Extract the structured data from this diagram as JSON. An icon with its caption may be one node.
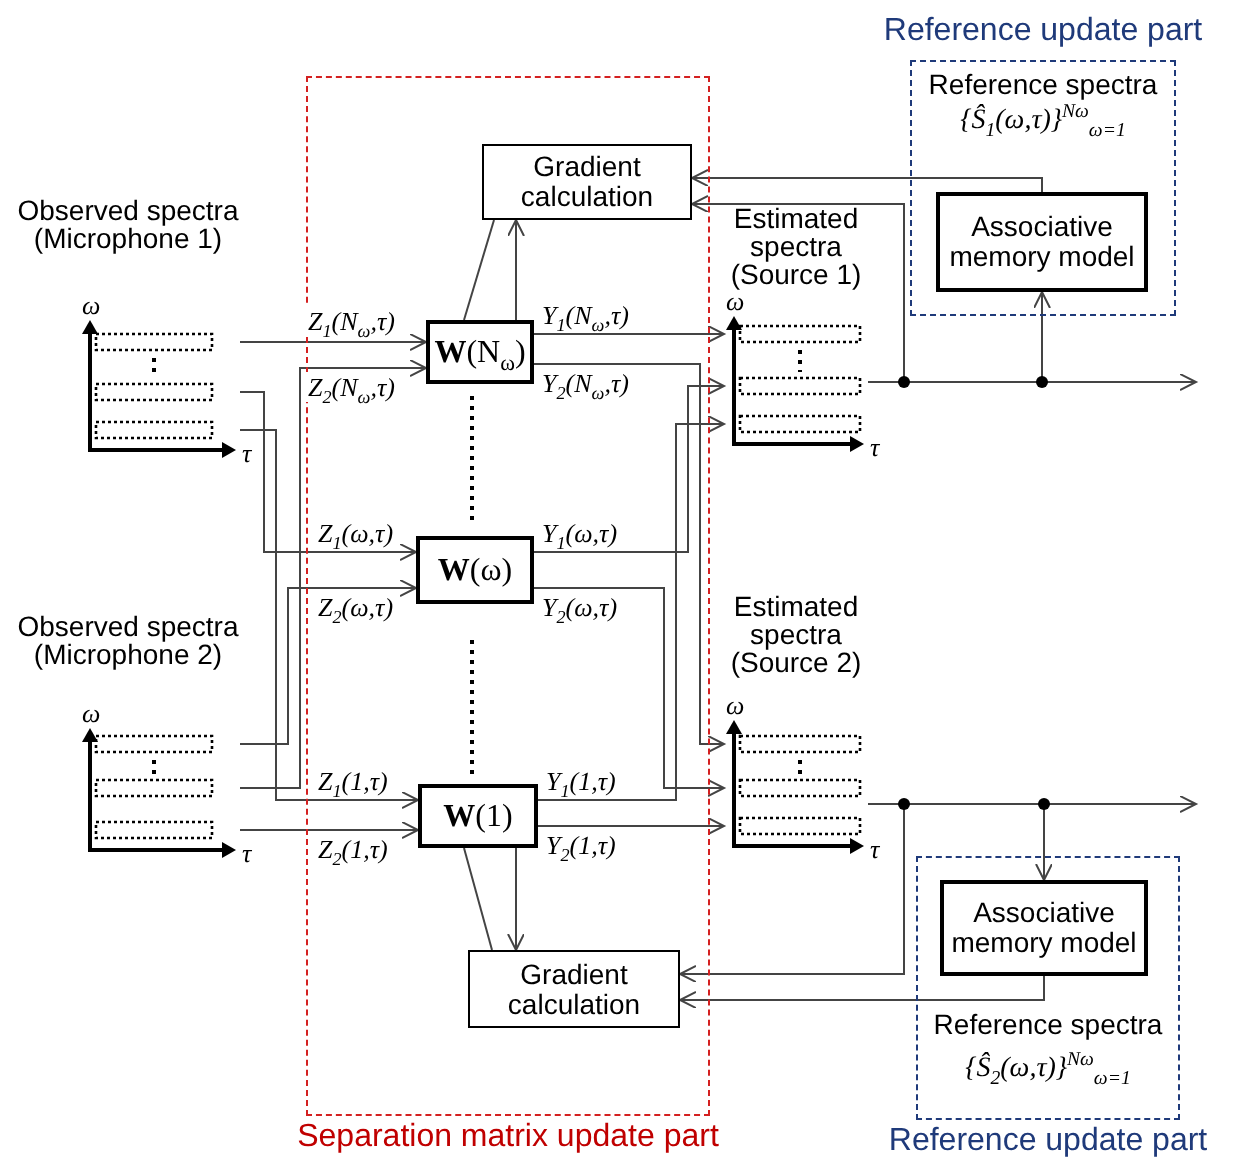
{
  "diagram": {
    "nodes": [
      {
        "text": [
          "Separation matrix update part"
        ]
      },
      {
        "text": [
          "Reference update part",
          "Reference spectra",
          "{Ŝ$_{1}$(ω,τ)}$^{Nω}$$_{ω=1}$"
        ]
      },
      {
        "text": [
          "Associative memory model"
        ],
        "in": 1
      },
      {
        "text": [
          "Reference spectra",
          "{Ŝ$_{2}$(ω,τ)}$^{Nω}$$_{ω=1}$",
          "Reference update part"
        ]
      },
      {
        "text": [
          "Associative memory model"
        ],
        "in": 3
      },
      {
        "text": [
          "Gradient calculation"
        ],
        "in": 0
      },
      {
        "text": [
          "**W**(N$_{ω}$)"
        ],
        "in": 0
      },
      {
        "text": [
          "**W**(ω)"
        ],
        "in": 0
      },
      {
        "text": [
          "**W**(1)"
        ],
        "in": 0
      },
      {
        "text": [
          "Gradient calculation"
        ],
        "in": 0
      },
      {
        "text": [
          "Observed spectra (Microphone 1)"
        ]
      },
      {
        "text": [
          "Observed spectra (Microphone 2)"
        ]
      },
      {
        "text": [
          "Estimated spectra (Source 1)"
        ]
      },
      {
        "text": [
          "Estimated spectra (Source 2)"
        ]
      }
    ],
    "edges": [
      {
        "from": 10,
        "to": 6,
        "arrow": "to",
        "label": "Z$_{1}$(N$_{ω}$,τ)"
      },
      {
        "from": 10,
        "to": 7,
        "arrow": "to",
        "label": "Z$_{1}$(ω,τ)"
      },
      {
        "from": 10,
        "to": 8,
        "arrow": "to",
        "label": "Z$_{1}$(1,τ)"
      },
      {
        "from": 11,
        "to": 6,
        "arrow": "to",
        "label": "Z$_{2}$(N$_{ω}$,τ)"
      },
      {
        "from": 11,
        "to": 7,
        "arrow": "to",
        "label": "Z$_{2}$(ω,τ)"
      },
      {
        "from": 11,
        "to": 8,
        "arrow": "to",
        "label": "Z$_{2}$(1,τ)"
      },
      {
        "from": 6,
        "to": 12,
        "arrow": "to",
        "label": "Y$_{1}$(N$_{ω}$,τ)"
      },
      {
        "from": 6,
        "to": 13,
        "arrow": "to",
        "label": "Y$_{2}$(N$_{ω}$,τ)"
      },
      {
        "from": 7,
        "to": 12,
        "arrow": "to",
        "label": "Y$_{1}$(ω,τ)"
      },
      {
        "from": 7,
        "to": 13,
        "arrow": "to",
        "label": "Y$_{2}$(ω,τ)"
      },
      {
        "from": 8,
        "to": 12,
        "arrow": "to",
        "label": "Y$_{1}$(1,τ)"
      },
      {
        "from": 8,
        "to": 13,
        "arrow": "to",
        "label": "Y$_{2}$(1,τ)"
      },
      {
        "from": 12,
        "to": null,
        "arrow": "to"
      },
      {
        "from": 12,
        "to": 2,
        "arrow": "to"
      },
      {
        "from": 12,
        "to": 5,
        "arrow": "to"
      },
      {
        "from": 2,
        "to": 5,
        "arrow": "to"
      },
      {
        "from": 13,
        "to": null,
        "arrow": "to"
      },
      {
        "from": 13,
        "to": 4,
        "arrow": "to"
      },
      {
        "from": 13,
        "to": 9,
        "arrow": "to"
      },
      {
        "from": 4,
        "to": 9,
        "arrow": "to"
      },
      {
        "from": 5,
        "to": 6,
        "arrow": "none"
      },
      {
        "from": 6,
        "to": 5,
        "arrow": "to"
      },
      {
        "from": 9,
        "to": 8,
        "arrow": "none"
      },
      {
        "from": 8,
        "to": 9,
        "arrow": "to"
      }
    ],
    "labels": [
      "ω",
      "τ",
      "ω",
      "τ",
      "ω",
      "τ",
      "ω",
      "τ"
    ]
  }
}
